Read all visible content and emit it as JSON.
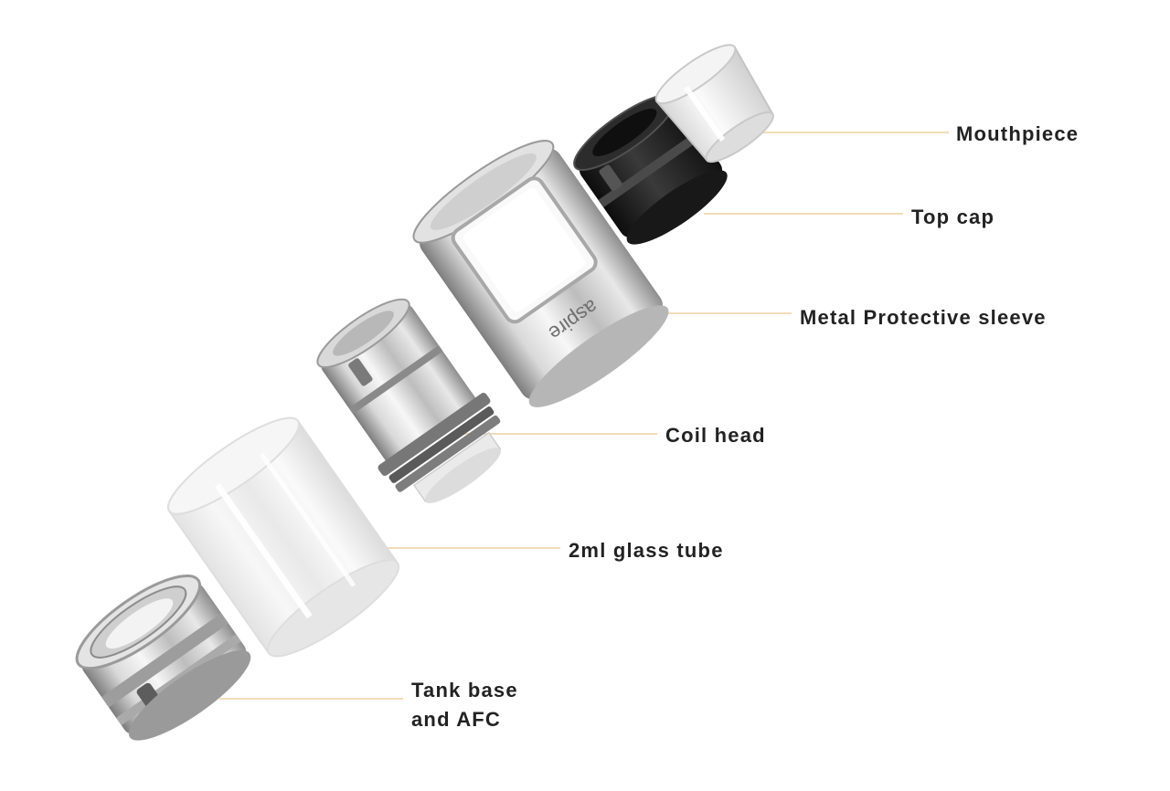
{
  "labels": {
    "mouthpiece": "Mouthpiece",
    "top_cap": "Top cap",
    "metal_sleeve": "Metal Protective sleeve",
    "coil_head": "Coil head",
    "glass_tube": "2ml glass tube",
    "tank_base_line1": "Tank base",
    "tank_base_line2": "and AFC"
  },
  "sleeve_logo": "aspire",
  "colors": {
    "leader_line": "#F2DDB8",
    "label_text": "#222222",
    "steel_light": "#F2F2F2",
    "steel_mid": "#C4C4C4",
    "steel_dark": "#8A8A8A",
    "top_cap": "#1E1E1E",
    "glass": "#EDEDED"
  }
}
